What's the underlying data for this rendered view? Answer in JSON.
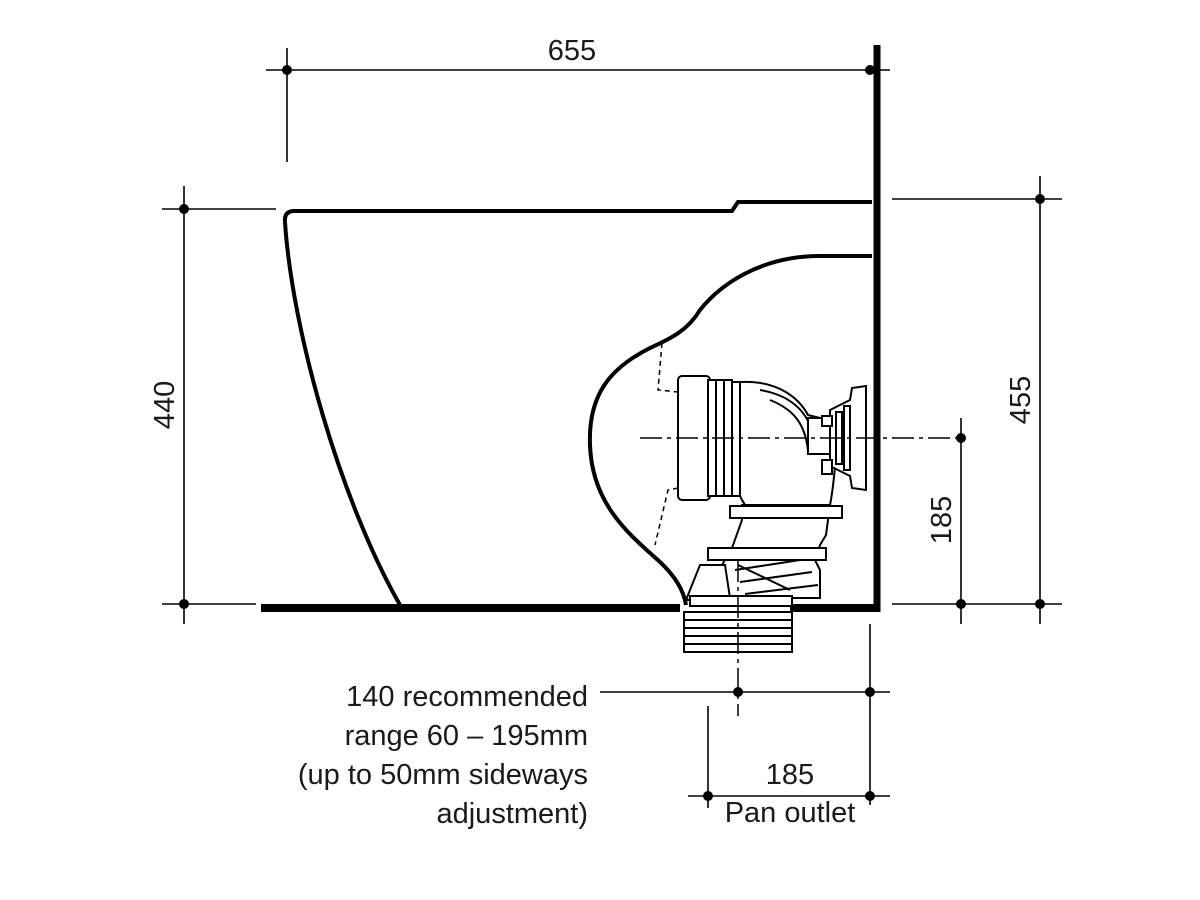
{
  "dimensions": {
    "overall_depth": "655",
    "pan_height": "440",
    "wall_connection_height": "455",
    "outlet_center_height": "185",
    "pan_outlet_setout": "185",
    "pan_outlet_label": "Pan outlet"
  },
  "notes": {
    "line1": "140 recommended",
    "line2": "range 60 – 195mm",
    "line3": "(up to 50mm sideways",
    "line4": "adjustment)"
  }
}
